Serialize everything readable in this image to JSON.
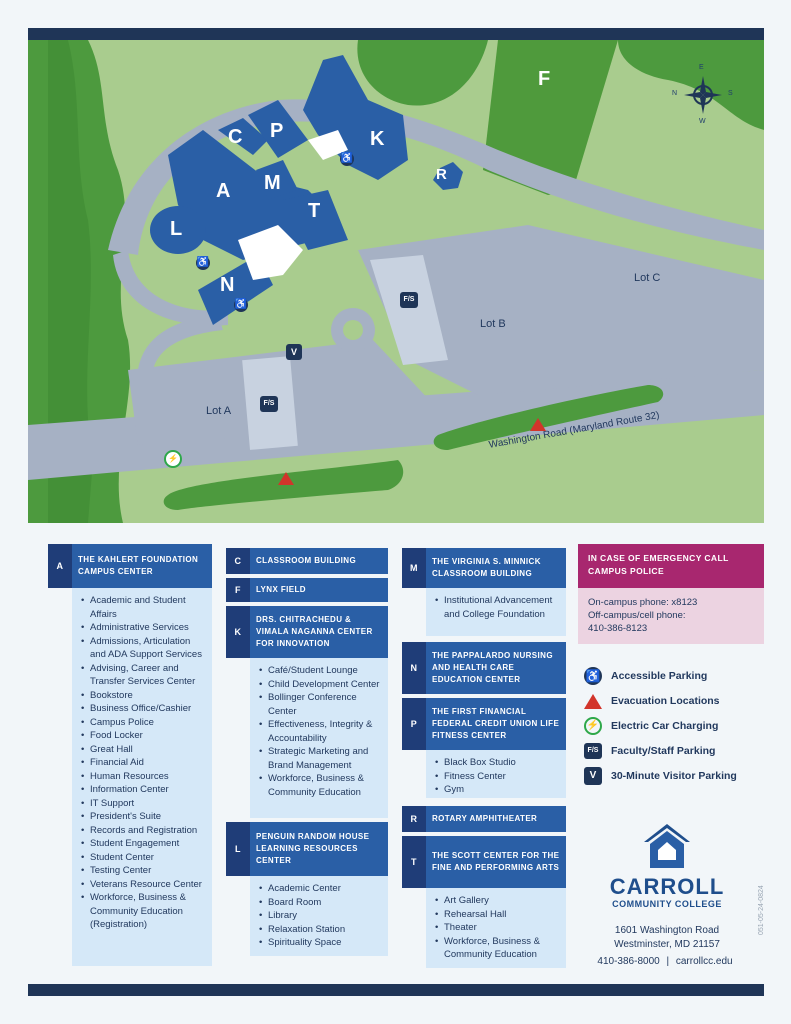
{
  "map": {
    "buildings": {
      "A": "A",
      "C": "C",
      "P": "P",
      "M": "M",
      "K": "K",
      "T": "T",
      "L": "L",
      "N": "N",
      "R": "R",
      "F": "F"
    },
    "lots": {
      "lot_a": "Lot A",
      "lot_b": "Lot B",
      "lot_c": "Lot C"
    },
    "road_label": "Washington Road (Maryland Route 32)",
    "compass": {
      "n": "N",
      "e": "E",
      "s": "S",
      "w": "W"
    },
    "fs_label": "F/S",
    "v_label": "V",
    "colors": {
      "grass": "#a9cc8e",
      "building": "#2a5fa6",
      "road": "#a6b1c4",
      "trees": "#4d9a3e",
      "field": "#4f9a3c",
      "lot_light": "#c8d2e0"
    }
  },
  "directory": {
    "A": {
      "code": "A",
      "name": "THE KAHLERT FOUNDATION CAMPUS CENTER",
      "items": [
        "Academic and Student Affairs",
        "Administrative Services",
        "Admissions, Articulation and ADA Support Services",
        "Advising, Career and Transfer Services Center",
        "Bookstore",
        "Business Office/Cashier",
        "Campus Police",
        "Food Locker",
        "Great Hall",
        "Financial Aid",
        "Human Resources",
        "Information Center",
        "IT Support",
        "President's Suite",
        "Records and Registration",
        "Student Engagement",
        "Student Center",
        "Testing Center",
        "Veterans Resource Center",
        "Workforce, Business & Community Education (Registration)"
      ]
    },
    "C": {
      "code": "C",
      "name": "CLASSROOM BUILDING"
    },
    "F": {
      "code": "F",
      "name": "LYNX FIELD"
    },
    "K": {
      "code": "K",
      "name": "DRS. CHITRACHEDU & VIMALA NAGANNA CENTER FOR INNOVATION",
      "items": [
        "Café/Student Lounge",
        "Child Development Center",
        "Bollinger Conference Center",
        "Effectiveness, Integrity & Accountability",
        "Strategic Marketing and Brand Management",
        "Workforce, Business & Community Education"
      ]
    },
    "L": {
      "code": "L",
      "name": "PENGUIN RANDOM HOUSE LEARNING RESOURCES CENTER",
      "items": [
        "Academic Center",
        "Board Room",
        "Library",
        "Relaxation Station",
        "Spirituality Space"
      ]
    },
    "M": {
      "code": "M",
      "name": "THE VIRGINIA S. MINNICK CLASSROOM BUILDING",
      "items": [
        "Institutional Advancement and College Foundation"
      ]
    },
    "N": {
      "code": "N",
      "name": "THE PAPPALARDO NURSING AND HEALTH CARE EDUCATION CENTER"
    },
    "P": {
      "code": "P",
      "name": "THE FIRST FINANCIAL FEDERAL CREDIT UNION LIFE FITNESS CENTER",
      "items": [
        "Black Box Studio",
        "Fitness Center",
        "Gym"
      ]
    },
    "R": {
      "code": "R",
      "name": "ROTARY AMPHITHEATER"
    },
    "T": {
      "code": "T",
      "name": "THE SCOTT CENTER FOR THE FINE AND PERFORMING ARTS",
      "items": [
        "Art Gallery",
        "Rehearsal Hall",
        "Theater",
        "Workforce, Business & Community Education"
      ]
    }
  },
  "emergency": {
    "title": "IN CASE OF EMERGENCY CALL CAMPUS POLICE",
    "on_campus": "On-campus phone: x8123",
    "off_campus": "Off-campus/cell phone:",
    "off_number": "410-386-8123"
  },
  "legend": [
    {
      "icon": "accessible-parking-icon",
      "label": "Accessible Parking"
    },
    {
      "icon": "evacuation-triangle-icon",
      "label": "Evacuation Locations"
    },
    {
      "icon": "electric-car-charging-icon",
      "label": "Electric Car Charging"
    },
    {
      "icon": "faculty-staff-parking-icon",
      "label": "Faculty/Staff Parking"
    },
    {
      "icon": "visitor-parking-icon",
      "label": "30-Minute Visitor Parking"
    }
  ],
  "college": {
    "name1": "CARROLL",
    "name2": "COMMUNITY COLLEGE",
    "address1": "1601 Washington Road",
    "address2": "Westminster, MD 21157",
    "phone": "410-386-8000",
    "sep": "|",
    "website": "carrollcc.edu",
    "doc_code": "051-05-24-0824",
    "brand_color": "#1f4e8c"
  }
}
